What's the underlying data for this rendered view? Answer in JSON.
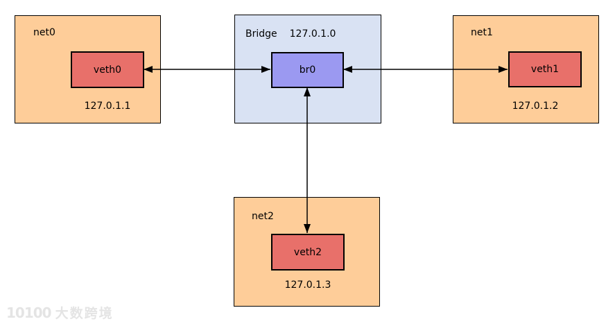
{
  "diagram": {
    "bridge": {
      "label": "Bridge",
      "subnet": "127.0.1.0",
      "node_label": "br0"
    },
    "namespaces": [
      {
        "name": "net0",
        "iface": "veth0",
        "ip": "127.0.1.1"
      },
      {
        "name": "net1",
        "iface": "veth1",
        "ip": "127.0.1.2"
      },
      {
        "name": "net2",
        "iface": "veth2",
        "ip": "127.0.1.3"
      }
    ],
    "connections": [
      {
        "from": "veth0",
        "to": "br0",
        "bidirectional": true
      },
      {
        "from": "br0",
        "to": "veth1",
        "bidirectional": true
      },
      {
        "from": "br0",
        "to": "veth2",
        "bidirectional": true
      }
    ]
  },
  "colors": {
    "namespace_fill": "#FECD99",
    "iface_fill": "#E8706A",
    "bridge_fill": "#D9E2F3",
    "bridge_node_fill": "#9B99F1",
    "line": "#000000"
  },
  "watermark": {
    "logo": "10100",
    "text": "大数跨境"
  }
}
